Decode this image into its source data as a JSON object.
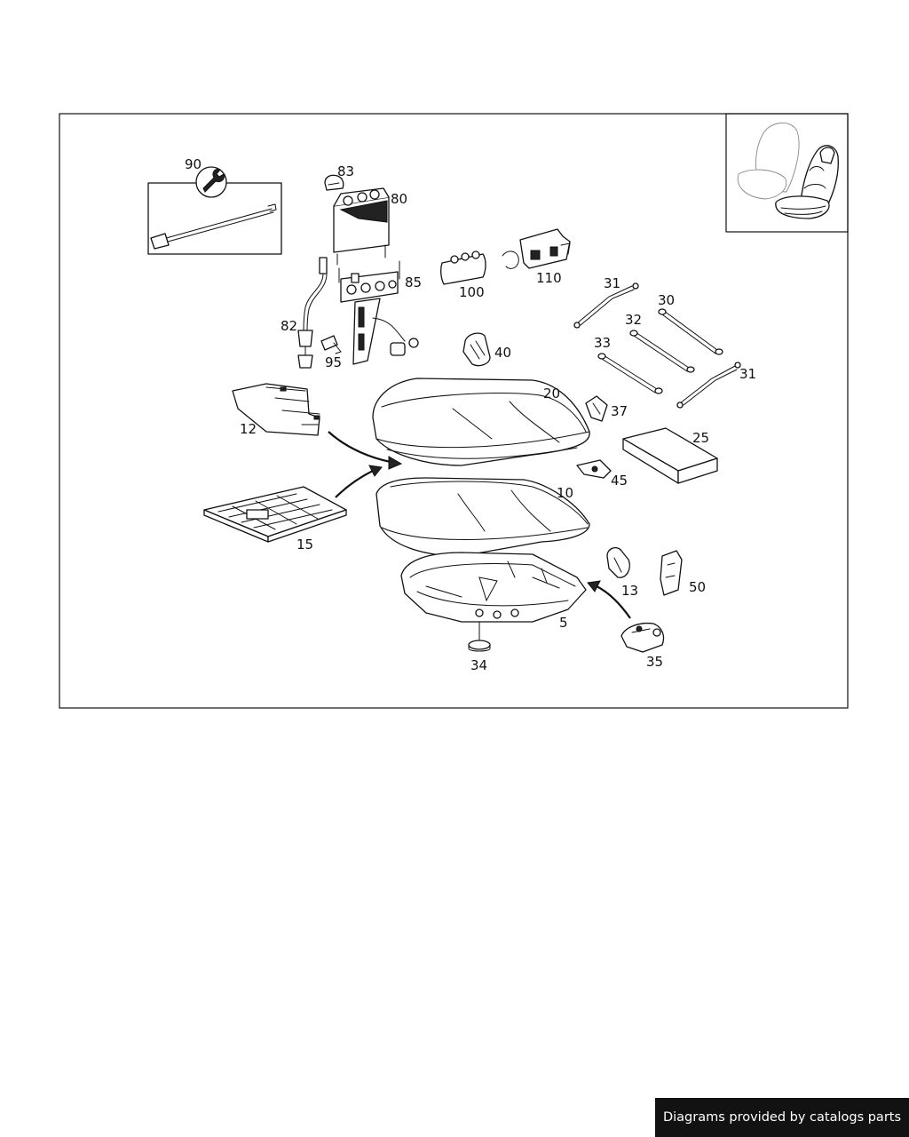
{
  "diagram": {
    "callouts": [
      {
        "id": "90",
        "label": "90"
      },
      {
        "id": "83",
        "label": "83"
      },
      {
        "id": "80",
        "label": "80"
      },
      {
        "id": "85",
        "label": "85"
      },
      {
        "id": "82",
        "label": "82"
      },
      {
        "id": "95",
        "label": "95"
      },
      {
        "id": "100",
        "label": "100"
      },
      {
        "id": "110",
        "label": "110"
      },
      {
        "id": "31a",
        "label": "31"
      },
      {
        "id": "30",
        "label": "30"
      },
      {
        "id": "32",
        "label": "32"
      },
      {
        "id": "33",
        "label": "33"
      },
      {
        "id": "31b",
        "label": "31"
      },
      {
        "id": "40",
        "label": "40"
      },
      {
        "id": "20",
        "label": "20"
      },
      {
        "id": "37",
        "label": "37"
      },
      {
        "id": "12",
        "label": "12"
      },
      {
        "id": "25",
        "label": "25"
      },
      {
        "id": "45",
        "label": "45"
      },
      {
        "id": "10",
        "label": "10"
      },
      {
        "id": "15",
        "label": "15"
      },
      {
        "id": "13",
        "label": "13"
      },
      {
        "id": "50",
        "label": "50"
      },
      {
        "id": "5",
        "label": "5"
      },
      {
        "id": "35",
        "label": "35"
      },
      {
        "id": "34",
        "label": "34"
      }
    ]
  },
  "footer": {
    "credit_text": "Diagrams provided by catalogs parts"
  }
}
